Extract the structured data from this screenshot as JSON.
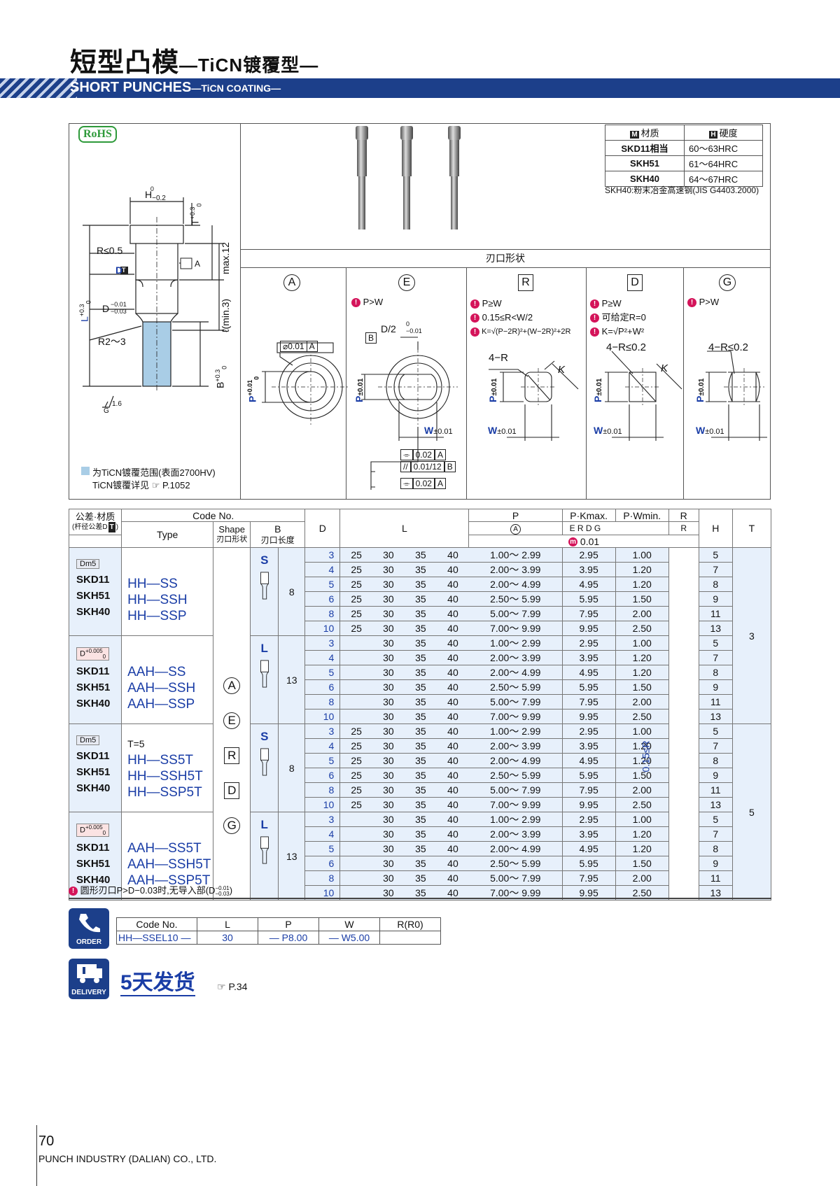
{
  "header": {
    "title_zh": "短型凸模",
    "title_zh_suffix": "—TiCN镀覆型—",
    "title_en": "SHORT PUNCHES",
    "title_en_suffix": "—TiCN COATING—"
  },
  "rohs": "RoHS",
  "material_table": {
    "header_material": "材质",
    "header_hardness": "硬度",
    "icon_m": "M",
    "icon_h": "H",
    "rows": [
      {
        "material": "SKD11相当",
        "hardness": "60～63HRC"
      },
      {
        "material": "SKH51",
        "hardness": "61～64HRC"
      },
      {
        "material": "SKH40",
        "hardness": "64～67HRC"
      }
    ],
    "note": "SKH40:粉末冶金高速钢(JIS G4403.2000)"
  },
  "drawing": {
    "h_label": "H",
    "h_tol": "−0.2",
    "h_tol_top": "0",
    "t_label": "T",
    "t_tol": "+0.3",
    "t_tol_bot": "0",
    "r_label": "R≤0.5",
    "dt_label": "D",
    "dt_icon": "T",
    "a_label": "A",
    "max_label": "max.12",
    "l_label": "L",
    "l_tol": "+0.3",
    "l_tol_bot": "0",
    "d_label": "D",
    "d_tol_top": "−0.01",
    "d_tol_bot": "−0.03",
    "lmin_label": "ℓ(min.3)",
    "r2_label": "R2～3",
    "b_label": "B",
    "b_tol": "+0.3",
    "b_tol_bot": "0",
    "rough": "1.6",
    "g_label": "G",
    "legend_coat": "为TiCN镀覆范围(表面2700HV)",
    "legend_ref": "TiCN镀覆详见",
    "legend_page": "P.1052"
  },
  "shape_header": "刃口形状",
  "shapes": [
    {
      "letter": "A",
      "cond": [],
      "p_label": "P",
      "p_tol": "+0.01",
      "p_tol_bot": "0",
      "gdt": "⌀0.01",
      "gdt_ref": "A"
    },
    {
      "letter": "E",
      "cond": [
        "P>W"
      ],
      "d2": "D/2",
      "d2_tol_top": "0",
      "d2_tol_bot": "−0.01",
      "b": "B",
      "p_label": "P",
      "p_tol": "±0.01",
      "w_label": "W",
      "w_tol": "±0.01",
      "gdt1": "0.02",
      "gdt1_ref": "A",
      "gdt2": "0.01/12",
      "gdt2_ref": "B",
      "gdt3": "0.02",
      "gdt3_ref": "A"
    },
    {
      "letter": "R",
      "cond": [
        "P≥W",
        "0.15≤R<W/2",
        "K=√(P−2R)²+(W−2R)²+2R"
      ],
      "r4": "4−R",
      "k": "K",
      "p_label": "P",
      "p_tol": "±0.01",
      "w_label": "W",
      "w_tol": "±0.01"
    },
    {
      "letter": "D",
      "cond": [
        "P≥W",
        "可给定R=0",
        "K=√P²+W²"
      ],
      "r4": "4−R≤0.2",
      "k": "K",
      "p_label": "P",
      "p_tol": "±0.01",
      "w_label": "W",
      "w_tol": "±0.01"
    },
    {
      "letter": "G",
      "cond": [
        "P>W"
      ],
      "r4": "4−R≤0.2",
      "p_label": "P",
      "p_tol": "±0.01",
      "w_label": "W",
      "w_tol": "±0.01"
    }
  ],
  "table": {
    "h_tol_mat": "公差·材质",
    "h_tol_sub": "(杆径公差D",
    "h_tol_icon": "T",
    "h_tol_sub_end": ")",
    "h_code": "Code No.",
    "h_type": "Type",
    "h_shape": "Shape",
    "h_shape_sub": "刃口形状",
    "h_b": "B",
    "h_b_sub": "刃口长度",
    "h_d": "D",
    "h_l": "L",
    "h_p": "P",
    "h_pa": "A",
    "h_pk": "P·Kmax.",
    "h_pk_sub": "E R D G",
    "h_pw": "P·Wmin.",
    "h_r": "R",
    "h_rr": "R",
    "h_h": "H",
    "h_t": "T",
    "h_unit_icon": "m",
    "h_unit": "0.01",
    "r_vertical": "0.15≤R<W/2(仅R)",
    "groups": [
      {
        "tol": "Dm5",
        "tol_prefix": "",
        "mat": [
          "SKD11",
          "SKH51",
          "SKH40"
        ],
        "types": [
          "HH—SS",
          "HH—SSH",
          "HH—SSP"
        ],
        "b_type": "S",
        "b": "8",
        "l_first": "25"
      },
      {
        "tol": "D",
        "tol_sup": "+0.005",
        "tol_sub": "0",
        "mat": [
          "SKD11",
          "SKH51",
          "SKH40"
        ],
        "types": [
          "AAH—SS",
          "AAH—SSH",
          "AAH—SSP"
        ],
        "b_type": "L",
        "b": "13",
        "l_first": ""
      },
      {
        "tol": "Dm5",
        "tol_prefix": "T=5",
        "mat": [
          "SKD11",
          "SKH51",
          "SKH40"
        ],
        "types": [
          "HH—SS5T",
          "HH—SSH5T",
          "HH—SSP5T"
        ],
        "b_type": "S",
        "b": "8",
        "l_first": "25"
      },
      {
        "tol": "D",
        "tol_sup": "+0.005",
        "tol_sub": "0",
        "mat": [
          "SKD11",
          "SKH51",
          "SKH40"
        ],
        "types": [
          "AAH—SS5T",
          "AAH—SSH5T",
          "AAH—SSP5T"
        ],
        "b_type": "L",
        "b": "13",
        "l_first": ""
      }
    ],
    "shape_letters": [
      "A",
      "E",
      "R",
      "D",
      "G"
    ],
    "rows": [
      {
        "d": "3",
        "l": [
          "30",
          "35",
          "40"
        ],
        "p": "1.00～ 2.99",
        "pk": "2.95",
        "pw": "1.00",
        "h": "5"
      },
      {
        "d": "4",
        "l": [
          "30",
          "35",
          "40"
        ],
        "p": "2.00～ 3.99",
        "pk": "3.95",
        "pw": "1.20",
        "h": "7"
      },
      {
        "d": "5",
        "l": [
          "30",
          "35",
          "40"
        ],
        "p": "2.00～ 4.99",
        "pk": "4.95",
        "pw": "1.20",
        "h": "8"
      },
      {
        "d": "6",
        "l": [
          "30",
          "35",
          "40"
        ],
        "p": "2.50～ 5.99",
        "pk": "5.95",
        "pw": "1.50",
        "h": "9"
      },
      {
        "d": "8",
        "l": [
          "30",
          "35",
          "40"
        ],
        "p": "5.00～ 7.99",
        "pk": "7.95",
        "pw": "2.00",
        "h": "11"
      },
      {
        "d": "10",
        "l": [
          "30",
          "35",
          "40"
        ],
        "p": "7.00～ 9.99",
        "pk": "9.95",
        "pw": "2.50",
        "h": "13"
      }
    ],
    "t_values": [
      "3",
      "5"
    ]
  },
  "footnote": "圆形刃口P>D−0.03时,无导入部(D",
  "footnote_tol_top": "−0.01",
  "footnote_tol_bot": "−0.03",
  "footnote_end": ")",
  "order": {
    "icon_label": "ORDER",
    "headers": [
      "Code No.",
      "L",
      "P",
      "W",
      "R(R0)"
    ],
    "values": [
      "HH—SSEL10 —",
      "30",
      "— P8.00",
      "— W5.00",
      ""
    ]
  },
  "delivery": {
    "icon_label": "DELIVERY",
    "text": "5天发货",
    "ref": "P.34"
  },
  "footer": {
    "page": "70",
    "company": "PUNCH INDUSTRY (DALIAN) CO., LTD."
  },
  "colors": {
    "brand_blue": "#1c3f8a",
    "text_blue": "#1a3da6",
    "coating_blue": "#a9cde6",
    "warn": "#d4145a",
    "rohs_green": "#2e9a3a"
  }
}
